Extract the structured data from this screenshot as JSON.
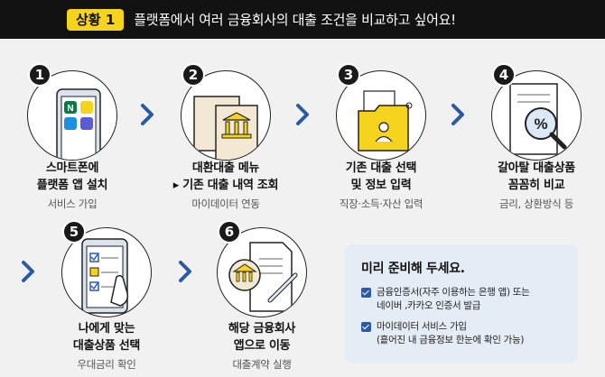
{
  "header": {
    "badge": "상황 1",
    "title": "플랫폼에서 여러 금융회사의 대출 조건을 비교하고 싶어요!"
  },
  "steps": [
    {
      "num": "1",
      "title": "스마트폰에\n플랫폼 앱 설치",
      "sub": "서비스 가입",
      "icon": "smartphone-apps-icon"
    },
    {
      "num": "2",
      "title": "대환대출 메뉴\n▸ 기존 대출 내역 조회",
      "sub": "마이데이터 연동",
      "icon": "bank-document-icon"
    },
    {
      "num": "3",
      "title": "기존 대출 선택\n및 정보 입력",
      "sub": "직장·소득·자산 입력",
      "icon": "folder-user-icon"
    },
    {
      "num": "4",
      "title": "갈아탈 대출상품\n꼼꼼히 비교",
      "sub": "금리, 상환방식 등",
      "icon": "percent-magnifier-icon"
    },
    {
      "num": "5",
      "title": "나에게 맞는\n대출상품 선택",
      "sub": "우대금리 확인",
      "icon": "checklist-hand-icon"
    },
    {
      "num": "6",
      "title": "해당 금융회사\n앱으로 이동",
      "sub": "대출계약 실행",
      "icon": "bank-contract-icon"
    }
  ],
  "prepare": {
    "title": "미리 준비해 두세요.",
    "items": [
      "금융인증서(자주 이용하는 은행 앱) 또는\n네이버 ,카카오 인증서 발급",
      "마이데이터 서비스 가입\n(흩어진 내 금융정보 한눈에 확인 가능)"
    ]
  },
  "colors": {
    "accent_yellow": "#f6d31d",
    "accent_blue": "#2a5aa6",
    "header_bg": "#121212",
    "panel_bg": "#e4ecf5"
  }
}
